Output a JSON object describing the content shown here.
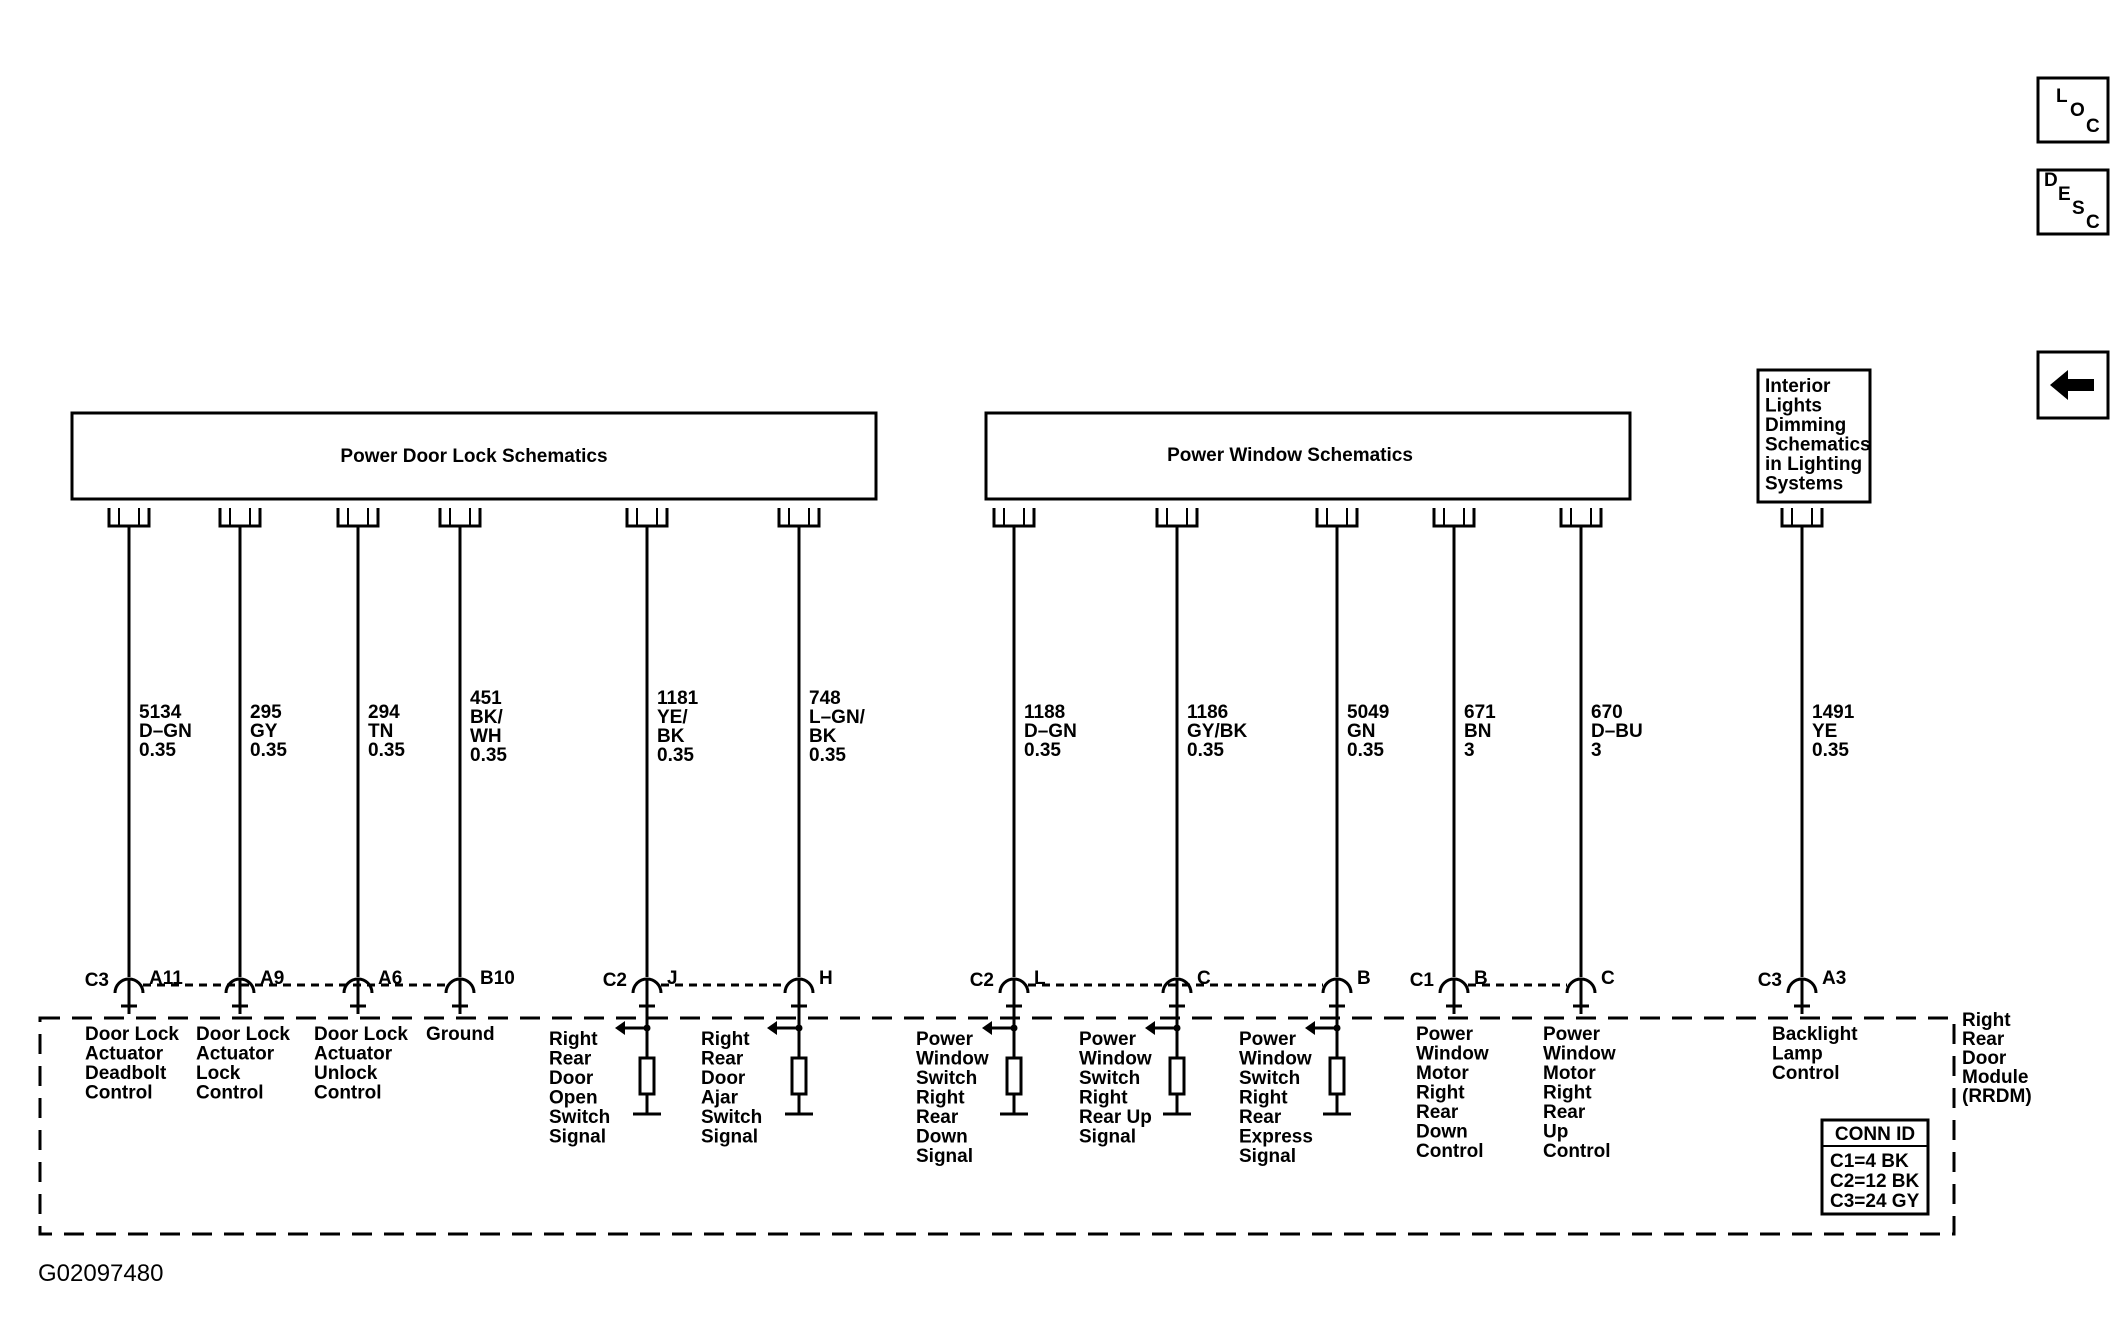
{
  "diagram_id": "G02097480",
  "nav": {
    "loc": [
      "L",
      "O",
      "C"
    ],
    "desc": [
      "D",
      "E",
      "S",
      "C"
    ],
    "back_icon": "left-arrow-icon"
  },
  "boxes": {
    "door_lock": "Power Door Lock Schematics",
    "window": "Power Window Schematics",
    "interior": [
      "Interior",
      "Lights",
      "Dimming",
      "Schematics",
      "in Lighting",
      "Systems"
    ]
  },
  "wires": [
    {
      "circuit": [
        "5134",
        "D–GN",
        "0.35"
      ],
      "conn": "C3",
      "pin": "A11",
      "desc": [
        "Door Lock",
        "Actuator",
        "Deadbolt",
        "Control"
      ]
    },
    {
      "circuit": [
        "295",
        "GY",
        "0.35"
      ],
      "conn": "",
      "pin": "A9",
      "desc": [
        "Door Lock",
        "Actuator",
        "Lock",
        "Control"
      ]
    },
    {
      "circuit": [
        "294",
        "TN",
        "0.35"
      ],
      "conn": "",
      "pin": "A6",
      "desc": [
        "Door Lock",
        "Actuator",
        "Unlock",
        "Control"
      ]
    },
    {
      "circuit": [
        "451",
        "BK/",
        "WH",
        "0.35"
      ],
      "conn": "",
      "pin": "B10",
      "desc": [
        "Ground"
      ]
    },
    {
      "circuit": [
        "1181",
        "YE/",
        "BK",
        "0.35"
      ],
      "conn": "C2",
      "pin": "J",
      "desc": [
        "Right",
        "Rear",
        "Door",
        "Open",
        "Switch",
        "Signal"
      ]
    },
    {
      "circuit": [
        "748",
        "L–GN/",
        "BK",
        "0.35"
      ],
      "conn": "",
      "pin": "H",
      "desc": [
        "Right",
        "Rear",
        "Door",
        "Ajar",
        "Switch",
        "Signal"
      ]
    },
    {
      "circuit": [
        "1188",
        "D–GN",
        "0.35"
      ],
      "conn": "C2",
      "pin": "L",
      "desc": [
        "Power",
        "Window",
        "Switch",
        "Right",
        "Rear",
        "Down",
        "Signal"
      ]
    },
    {
      "circuit": [
        "1186",
        "GY/BK",
        "0.35"
      ],
      "conn": "",
      "pin": "C",
      "desc": [
        "Power",
        "Window",
        "Switch",
        "Right",
        "Rear Up",
        "Signal"
      ]
    },
    {
      "circuit": [
        "5049",
        "GN",
        "0.35"
      ],
      "conn": "",
      "pin": "B",
      "desc": [
        "Power",
        "Window",
        "Switch",
        "Right",
        "Rear",
        "Express",
        "Signal"
      ]
    },
    {
      "circuit": [
        "671",
        "BN",
        "3"
      ],
      "conn": "C1",
      "pin": "B",
      "desc": [
        "Power",
        "Window",
        "Motor",
        "Right",
        "Rear",
        "Down",
        "Control"
      ]
    },
    {
      "circuit": [
        "670",
        "D–BU",
        "3"
      ],
      "conn": "",
      "pin": "C",
      "desc": [
        "Power",
        "Window",
        "Motor",
        "Right",
        "Rear",
        "Up",
        "Control"
      ]
    },
    {
      "circuit": [
        "1491",
        "YE",
        "0.35"
      ],
      "conn": "C3",
      "pin": "A3",
      "desc": [
        "Backlight",
        "Lamp",
        "Control"
      ]
    }
  ],
  "module": {
    "name": [
      "Right",
      "Rear",
      "Door",
      "Module",
      "(RRDM)"
    ]
  },
  "conn_id": {
    "title": "CONN ID",
    "lines": [
      "C1=4 BK",
      "C2=12 BK",
      "C3=24 GY"
    ]
  }
}
